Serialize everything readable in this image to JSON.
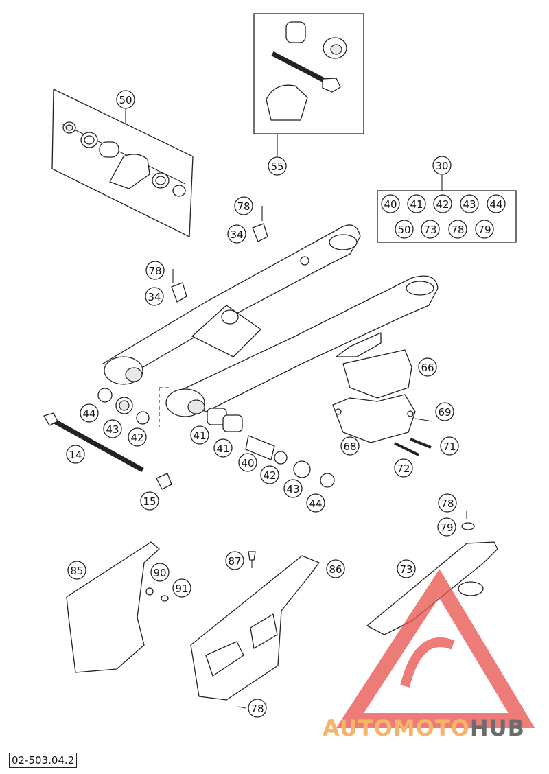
{
  "reference_code": "02-503.04.2",
  "watermark": {
    "part1": "AUTOMOTO",
    "part2": "HUB",
    "color_orange": "#f6b36a",
    "color_grey": "#6c6c6c",
    "logo_color": "#e8504a"
  },
  "callouts": [
    {
      "id": "c50",
      "label": "50"
    },
    {
      "id": "c55",
      "label": "55"
    },
    {
      "id": "c30",
      "label": "30"
    },
    {
      "id": "k40",
      "label": "40"
    },
    {
      "id": "k41",
      "label": "41"
    },
    {
      "id": "k42",
      "label": "42"
    },
    {
      "id": "k43",
      "label": "43"
    },
    {
      "id": "k44",
      "label": "44"
    },
    {
      "id": "k50",
      "label": "50"
    },
    {
      "id": "k73",
      "label": "73"
    },
    {
      "id": "k78",
      "label": "78"
    },
    {
      "id": "k79",
      "label": "79"
    },
    {
      "id": "c78a",
      "label": "78"
    },
    {
      "id": "c34a",
      "label": "34"
    },
    {
      "id": "c78b",
      "label": "78"
    },
    {
      "id": "c34b",
      "label": "34"
    },
    {
      "id": "c66",
      "label": "66"
    },
    {
      "id": "c69",
      "label": "69"
    },
    {
      "id": "c71",
      "label": "71"
    },
    {
      "id": "c68",
      "label": "68"
    },
    {
      "id": "c72",
      "label": "72"
    },
    {
      "id": "c44a",
      "label": "44"
    },
    {
      "id": "c43a",
      "label": "43"
    },
    {
      "id": "c42a",
      "label": "42"
    },
    {
      "id": "c14",
      "label": "14"
    },
    {
      "id": "c15",
      "label": "15"
    },
    {
      "id": "c41a",
      "label": "41"
    },
    {
      "id": "c41b",
      "label": "41"
    },
    {
      "id": "c40",
      "label": "40"
    },
    {
      "id": "c42b",
      "label": "42"
    },
    {
      "id": "c43b",
      "label": "43"
    },
    {
      "id": "c44b",
      "label": "44"
    },
    {
      "id": "c78c",
      "label": "78"
    },
    {
      "id": "c79",
      "label": "79"
    },
    {
      "id": "c73",
      "label": "73"
    },
    {
      "id": "c85",
      "label": "85"
    },
    {
      "id": "c90",
      "label": "90"
    },
    {
      "id": "c91",
      "label": "91"
    },
    {
      "id": "c87",
      "label": "87"
    },
    {
      "id": "c86",
      "label": "86"
    },
    {
      "id": "c78d",
      "label": "78"
    }
  ]
}
